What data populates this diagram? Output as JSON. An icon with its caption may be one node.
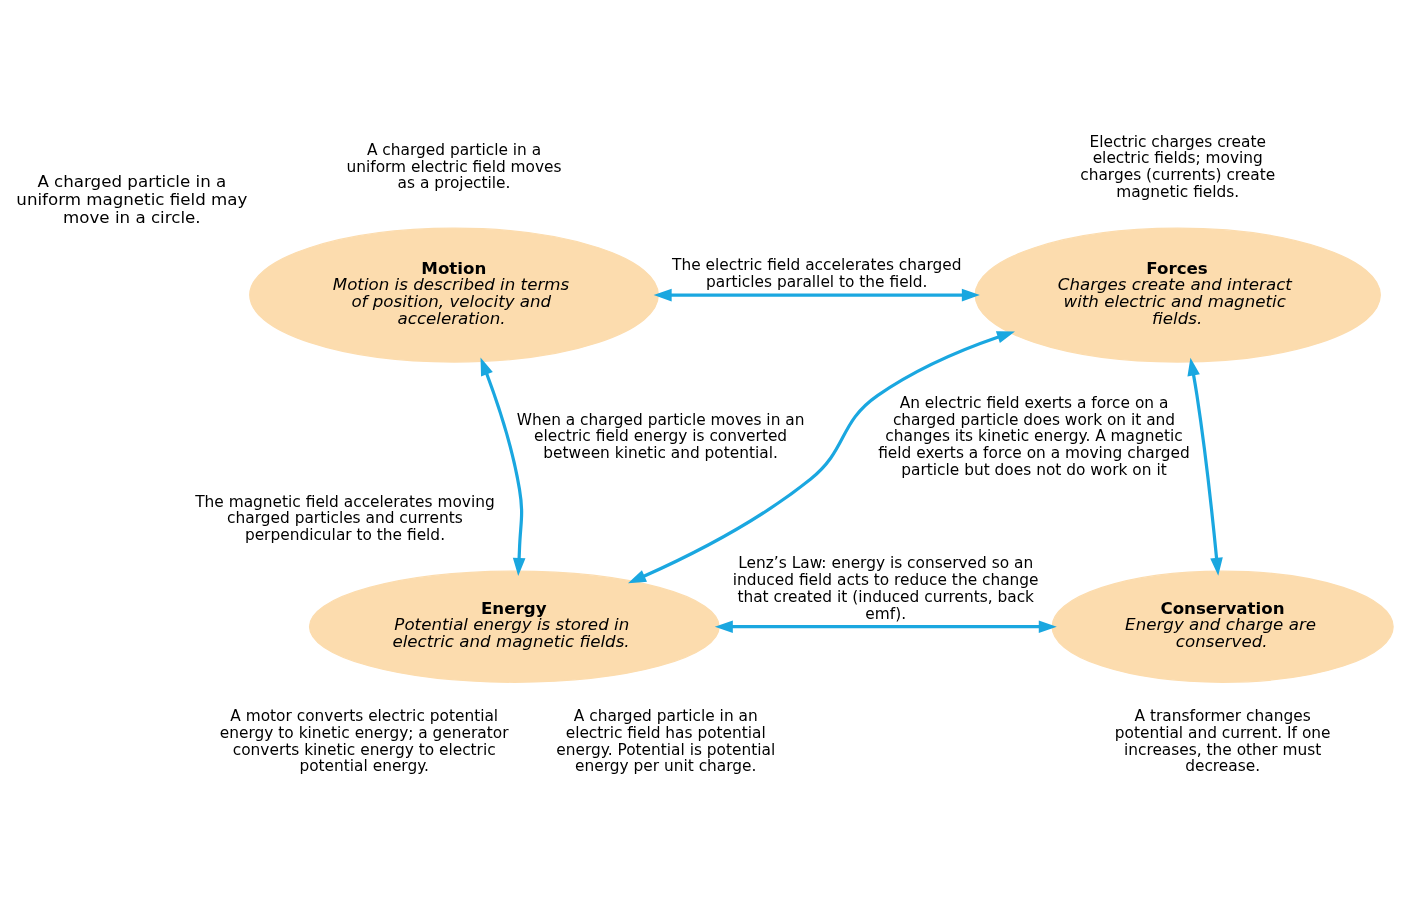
{
  "diagram": {
    "nodes": [
      {
        "text": [
          "Motion",
          "Motion is described in terms of position, velocity and acceleration."
        ],
        "beside": [
          "A charged particle in a uniform electric field moves as a projectile.",
          "A charged particle in a uniform magnetic field may move in a circle."
        ]
      },
      {
        "text": [
          "Forces",
          "Charges create and interact with electric and magnetic fields."
        ],
        "beside": [
          "Electric charges create electric fields; moving charges (currents) create magnetic fields."
        ]
      },
      {
        "text": [
          "Energy",
          "Potential energy is stored in electric and magnetic fields."
        ],
        "beside": [
          "A charged particle in an electric field has potential energy. Potential is potential energy per unit charge."
        ]
      },
      {
        "text": [
          "Conservation",
          "Energy and charge are conserved."
        ],
        "beside": [
          "A transformer changes potential and current. If one increases, the other must decrease."
        ]
      }
    ],
    "edges": [
      {
        "from": 0,
        "to": 1,
        "arrow": "both",
        "label": "The electric field accelerates charged particles parallel to the field."
      },
      {
        "from": 0,
        "to": 2,
        "arrow": "both",
        "label": "When a charged particle moves in an electric field energy is converted between kinetic and potential."
      },
      {
        "from": 1,
        "to": 2,
        "arrow": "both",
        "label": "An electric field exerts a force on a charged particle does work on it and changes its kinetic energy. A magnetic field exerts a force on a moving charged particle but does not do work on it"
      },
      {
        "from": 1,
        "to": 3,
        "arrow": "both"
      },
      {
        "from": 2,
        "to": 3,
        "arrow": "both",
        "label": "Lenz’s Law: energy is conserved so an induced field acts to reduce the change that created it (induced currents, back emf)."
      }
    ],
    "labels": [
      "The magnetic field accelerates moving charged particles and currents perpendicular to the field.",
      "A motor converts electric potential energy to kinetic energy; a generator converts kinetic energy to electric potential energy."
    ]
  }
}
